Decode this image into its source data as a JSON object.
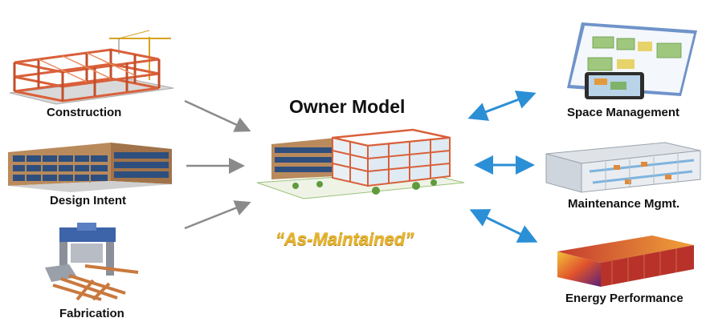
{
  "center": {
    "title": "Owner  Model",
    "subtitle": "“As-Maintained”"
  },
  "inputs": [
    {
      "label": "Construction",
      "icon": "steel-frame-construction-icon"
    },
    {
      "label": "Design Intent",
      "icon": "office-building-icon"
    },
    {
      "label": "Fabrication",
      "icon": "fabrication-machine-icon"
    }
  ],
  "outputs": [
    {
      "label": "Space Management",
      "icon": "floor-plan-tablet-icon"
    },
    {
      "label": "Maintenance Mgmt.",
      "icon": "mep-systems-icon"
    },
    {
      "label": "Energy Performance",
      "icon": "energy-heatmap-icon"
    }
  ],
  "colors": {
    "input_arrow": "#8a8a8a",
    "output_arrow": "#2b8fd6",
    "accent_gold": "#e7b52c",
    "steel_red": "#d9603a"
  }
}
